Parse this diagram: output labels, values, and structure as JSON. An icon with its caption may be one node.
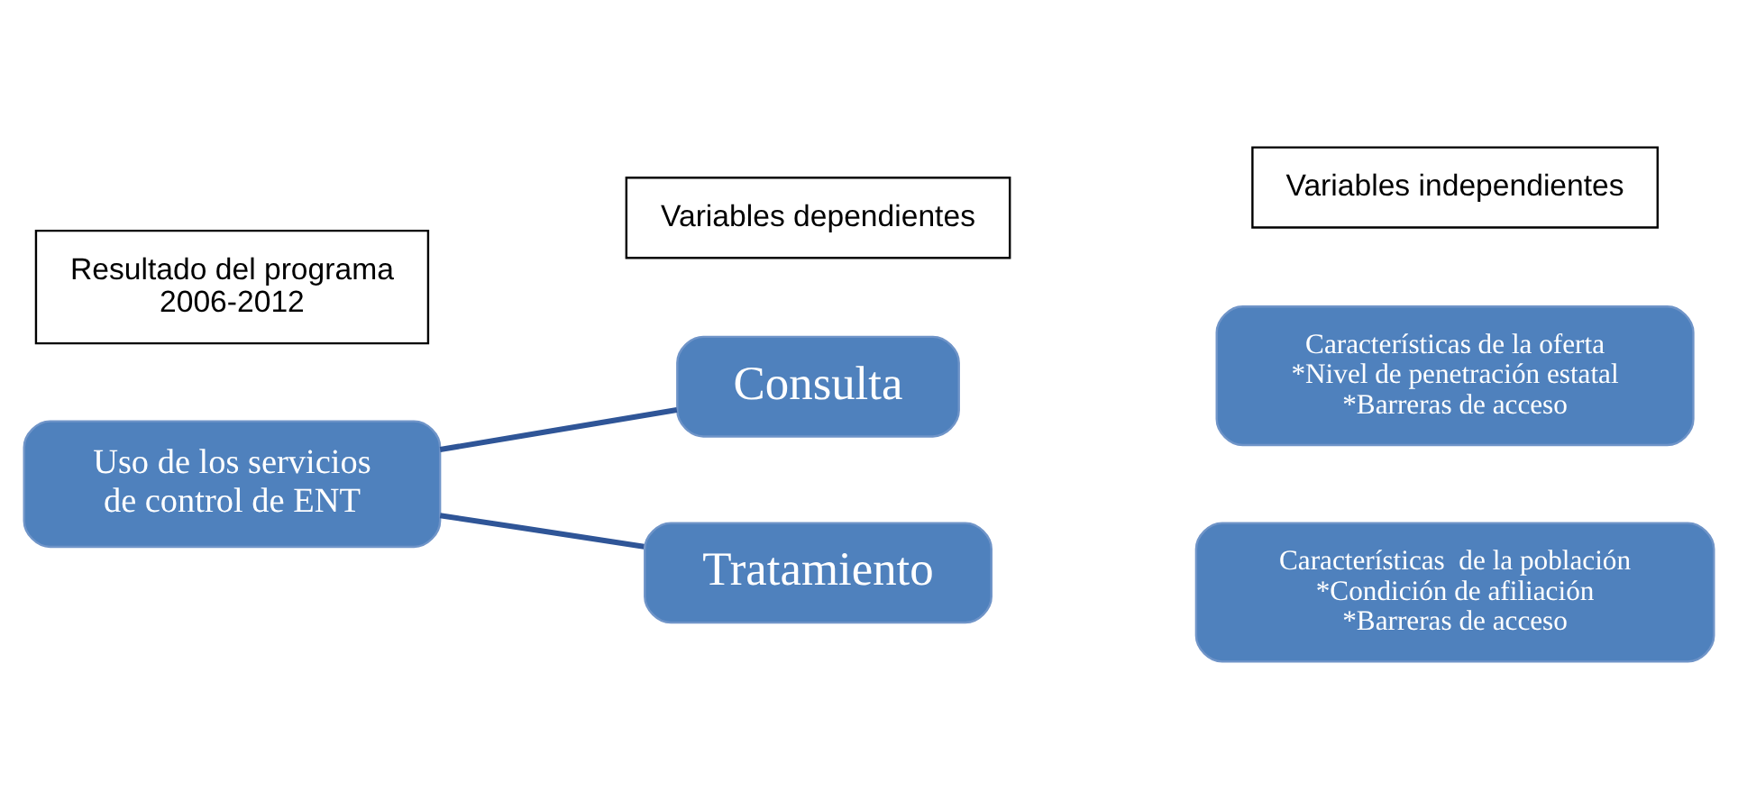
{
  "diagram": {
    "nodes": [
      {
        "text": [
          "Uso de los servicios de control de ENT"
        ]
      },
      {
        "text": [
          "Consulta"
        ]
      },
      {
        "text": [
          "Tratamiento"
        ]
      },
      {
        "text": [
          "Características de la oferta",
          "*Nivel de penetración estatal",
          "*Barreras de acceso"
        ]
      },
      {
        "text": [
          "Características  de la población",
          "*Condición de afiliación",
          "*Barreras de acceso"
        ]
      },
      {
        "text": [
          "Resultado del programa 2006-2012"
        ]
      },
      {
        "text": [
          "Variables dependientes"
        ]
      },
      {
        "text": [
          "Variables independientes"
        ]
      }
    ],
    "edges": [
      {
        "from": 0,
        "to": 1,
        "arrow": "none"
      },
      {
        "from": 0,
        "to": 2,
        "arrow": "none"
      }
    ]
  }
}
